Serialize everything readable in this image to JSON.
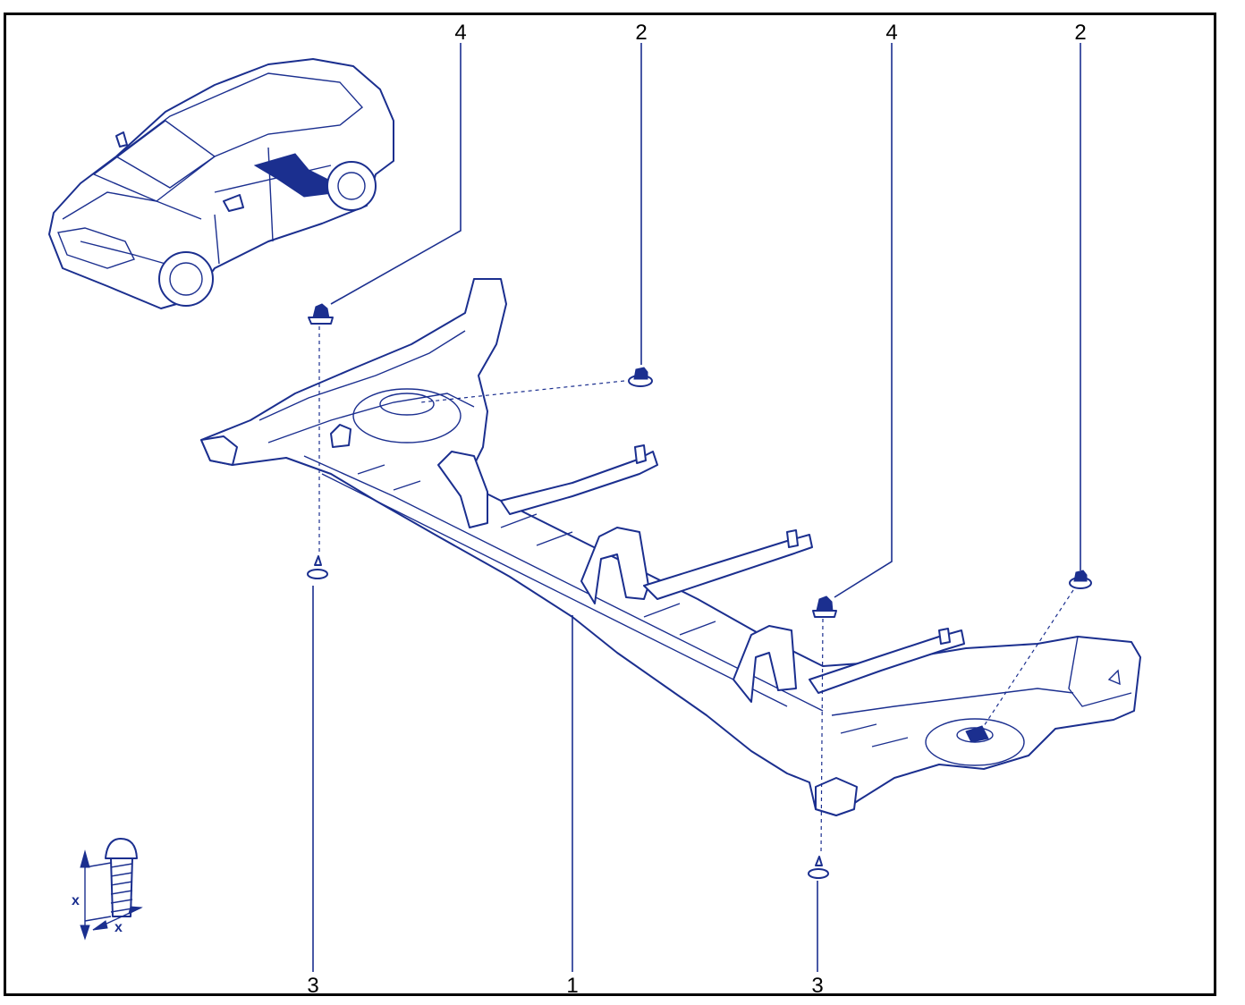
{
  "diagram": {
    "callouts": {
      "c4_left": "4",
      "c2_left": "2",
      "c4_right": "4",
      "c2_right": "2",
      "c3_left": "3",
      "c1": "1",
      "c3_right": "3"
    },
    "dimension_label_vertical": "x",
    "dimension_label_horizontal": "x"
  },
  "colors": {
    "line": "#1b2f8f",
    "callout_text": "#000000",
    "frame": "#000000",
    "background": "#ffffff"
  }
}
